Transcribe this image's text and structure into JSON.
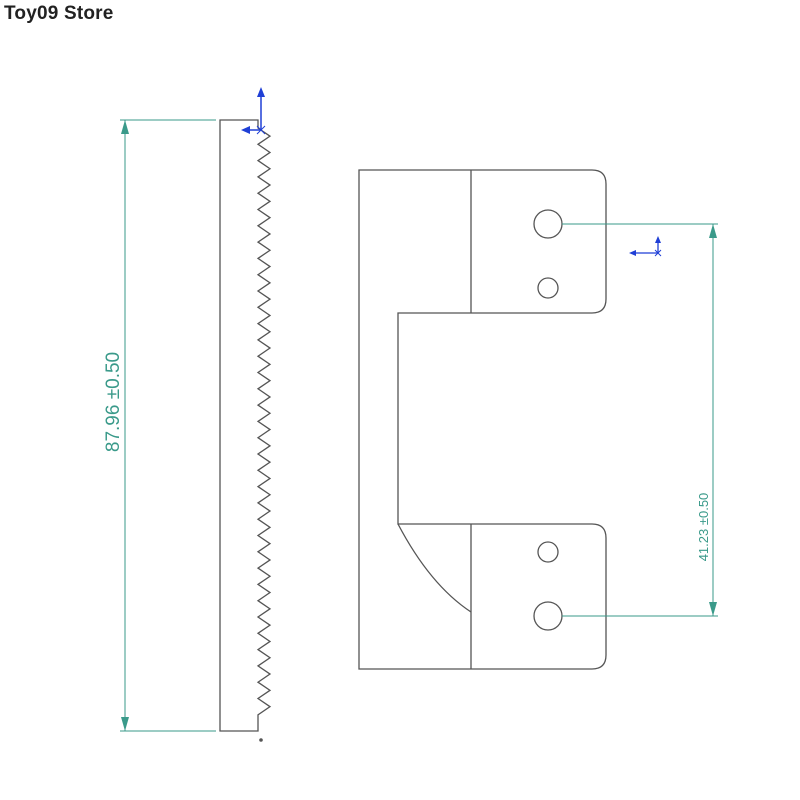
{
  "watermark": {
    "text": "Toy09 Store"
  },
  "dimensions": {
    "overall_height": "87.96 ±0.50",
    "hole_spacing": "41.23 ±0.50"
  },
  "colors": {
    "outline": "#555555",
    "dimension": "#3a9a8a",
    "axis": "#1f3fd6",
    "background": "#ffffff"
  },
  "icons": {
    "axis_marker_top": "coordinate-axis-icon",
    "axis_marker_right": "coordinate-axis-icon"
  }
}
